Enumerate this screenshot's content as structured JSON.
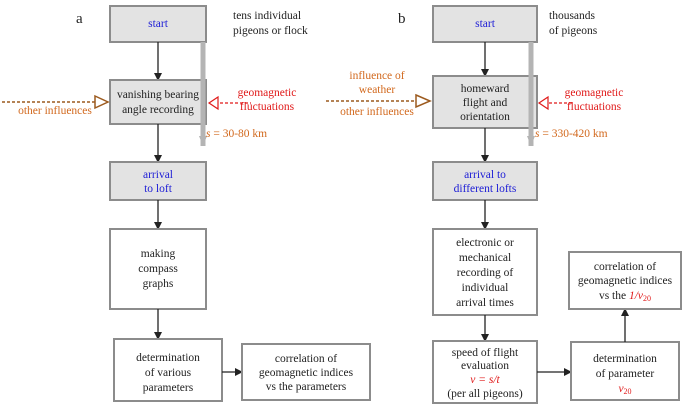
{
  "left": {
    "panel_label": "a",
    "start": "start",
    "start_note": [
      "tens individual",
      "pigeons or flock"
    ],
    "recording": [
      "vanishing bearing",
      "angle recording"
    ],
    "geomagnetic": [
      "geomagnetic",
      "fluctuations"
    ],
    "other": "other influences",
    "distance_s": "s",
    "distance_rest": " = 30-80 km",
    "arrival": [
      "arrival",
      "to loft"
    ],
    "compass": [
      "making",
      "compass",
      "graphs"
    ],
    "determination": [
      "determination",
      "of various",
      "parameters"
    ],
    "correlation": [
      "correlation of",
      "geomagnetic indices",
      "vs the parameters"
    ]
  },
  "right": {
    "panel_label": "b",
    "start": "start",
    "start_note": [
      "thousands",
      "of pigeons"
    ],
    "homeward": [
      "homeward",
      "flight and",
      "orientation"
    ],
    "weather": [
      "influence of",
      "weather"
    ],
    "other": "other influences",
    "geomagnetic": [
      "geomagnetic",
      "fluctuations"
    ],
    "distance_s": "s",
    "distance_rest": " = 330-420 km",
    "arrival": [
      "arrival to",
      "different lofts"
    ],
    "recording": [
      "electronic or",
      "mechanical",
      "recording of",
      "individual",
      "arrival times"
    ],
    "speed": [
      "speed of flight",
      "evaluation"
    ],
    "speed_formula": "v = s/t",
    "speed_note": "(per all pigeons)",
    "param": [
      "determination",
      "of parameter"
    ],
    "param_symbol": "v",
    "param_sub": "20",
    "corr": [
      "correlation of",
      "geomagnetic indices"
    ],
    "corr_prefix": "vs the ",
    "corr_symbol": "1/v",
    "corr_sub": "20"
  }
}
